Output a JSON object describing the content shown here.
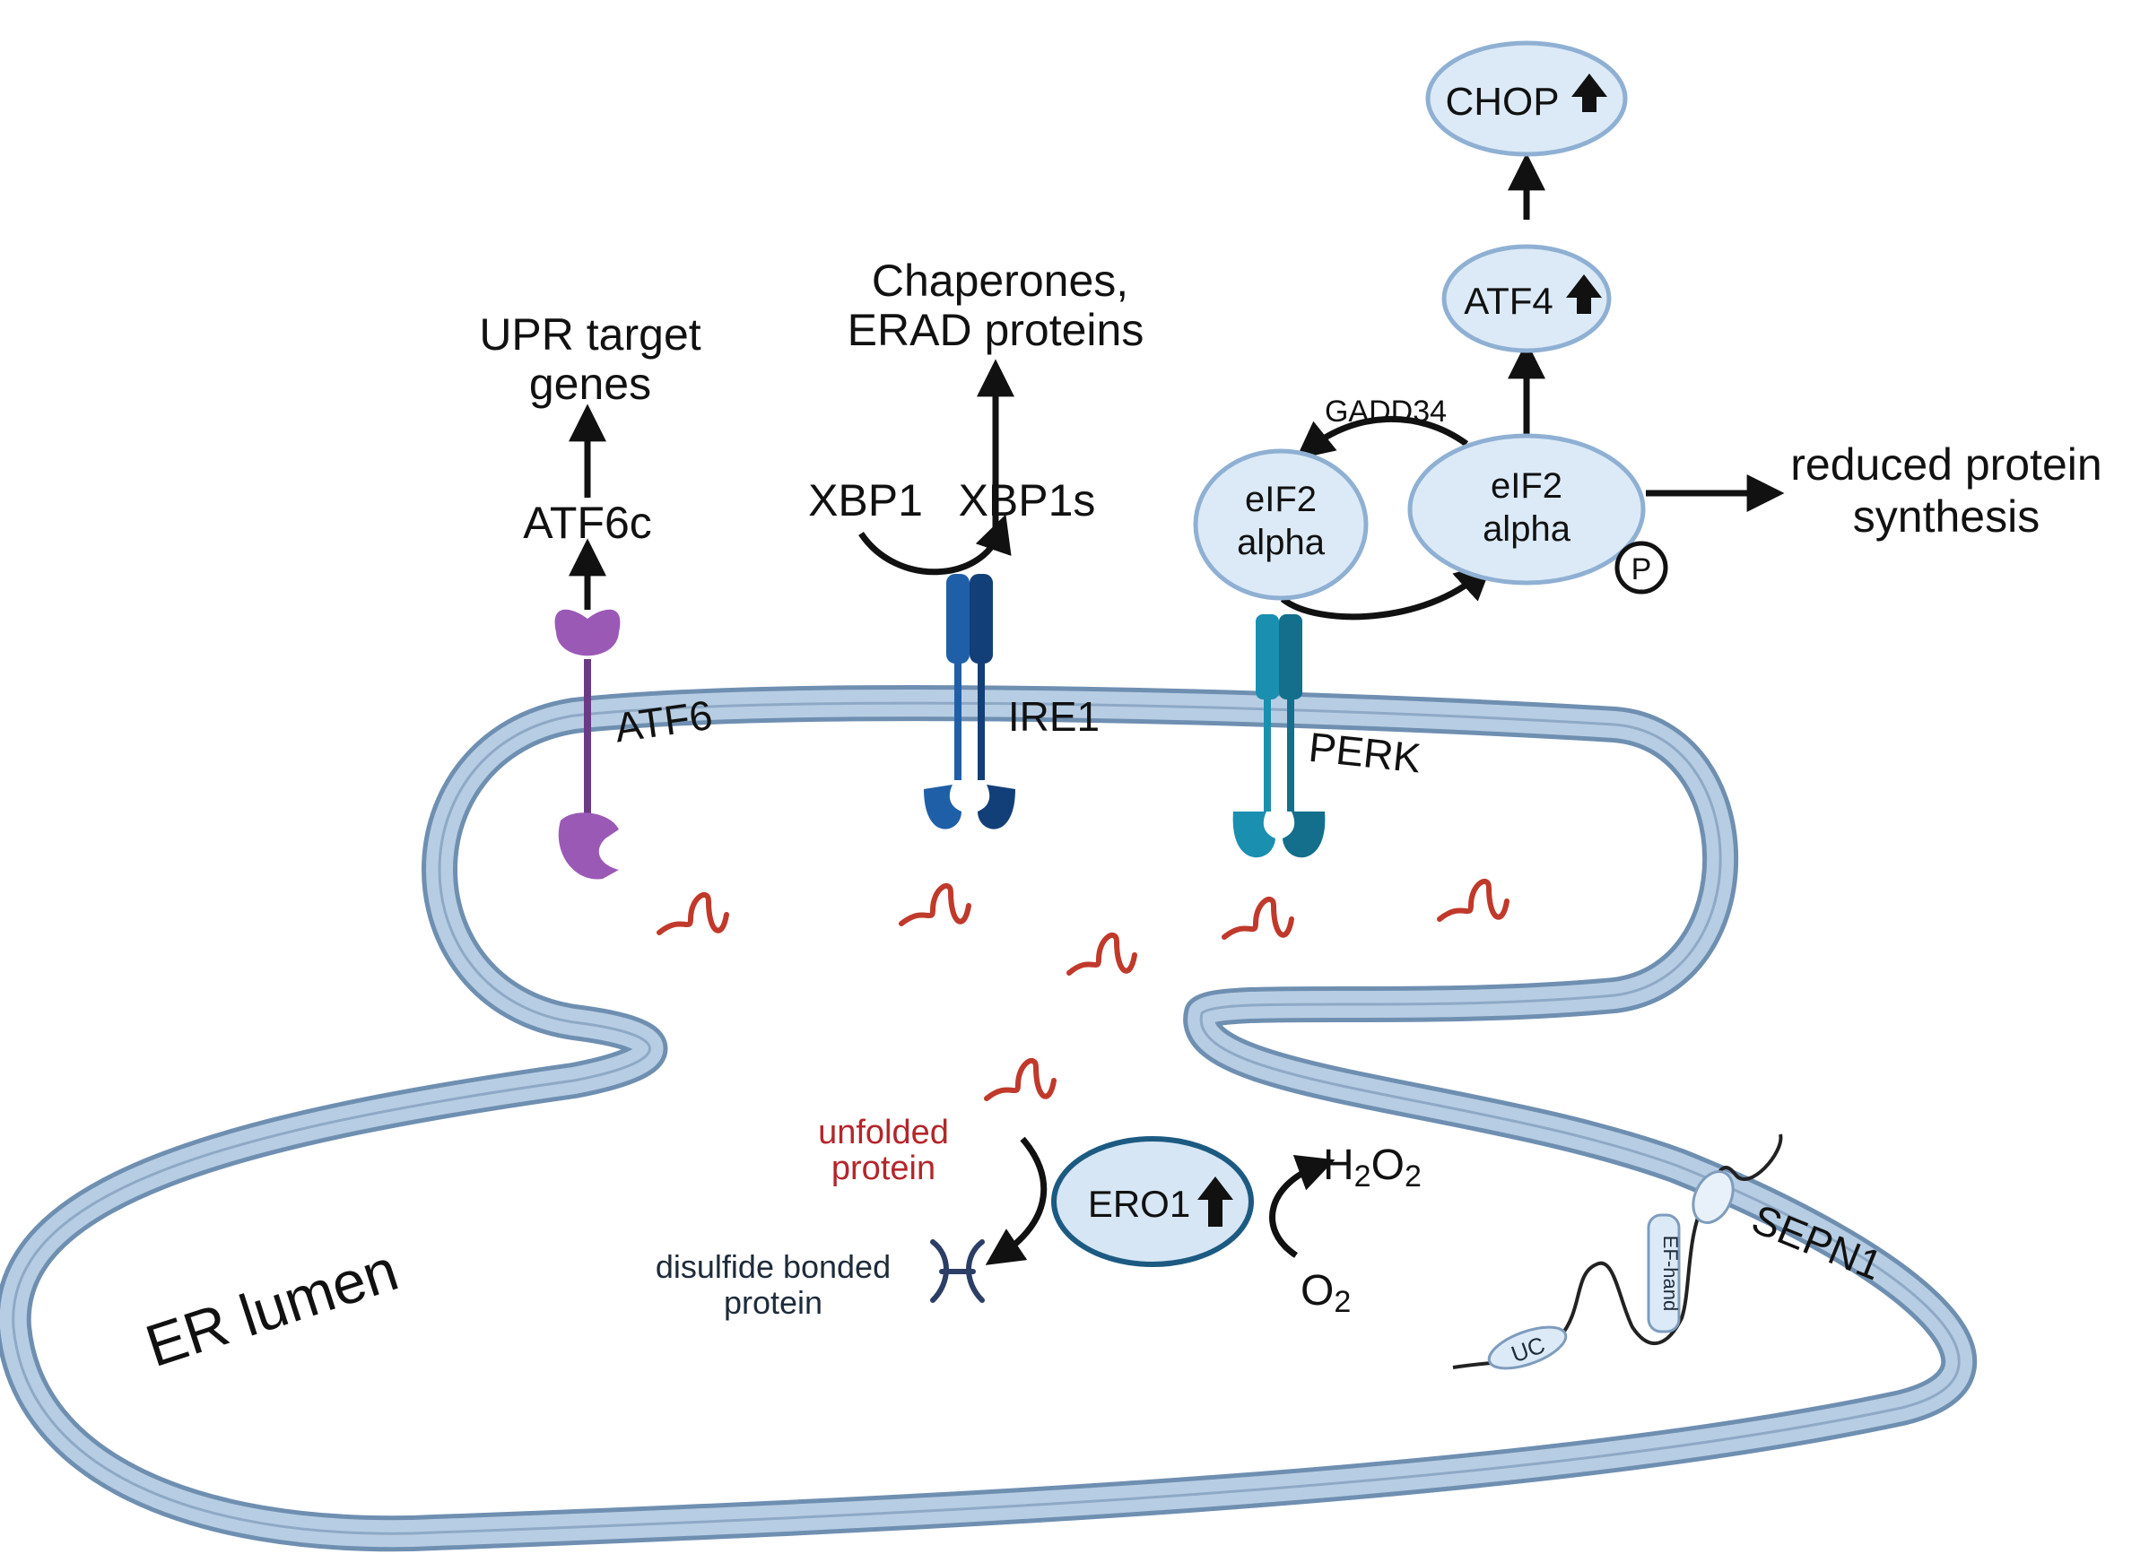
{
  "colors": {
    "membrane_fill": "#b7cde3",
    "membrane_stroke": "#6f8fb1",
    "node_fill": "#dceaf7",
    "node_stroke": "#8fb0d3",
    "atf6": "#9b59b6",
    "ire1": "#1f5fa8",
    "perk": "#1a8fb0",
    "unfolded_protein": "#c0392b",
    "ero1_stroke": "#1c5a82"
  },
  "labels": {
    "chop": "CHOP",
    "atf4": "ATF4",
    "gadd34": "GADD34",
    "eif2_line1": "eIF2",
    "eif2_line2": "alpha",
    "eif2p_line1": "eIF2",
    "eif2p_line2": "alpha",
    "phospho": "P",
    "reduced_line1": "reduced protein",
    "reduced_line2": "synthesis",
    "chaperones_line1": "Chaperones,",
    "chaperones_line2": "ERAD proteins",
    "upr_line1": "UPR target",
    "upr_line2": "genes",
    "atf6c": "ATF6c",
    "xbp1": "XBP1",
    "xbp1s": "XBP1s",
    "atf6": "ATF6",
    "ire1": "IRE1",
    "perk": "PERK",
    "unfolded_line1": "unfolded",
    "unfolded_line2": "protein",
    "ero1": "ERO1",
    "h2o2_main": "H",
    "h2o2_sub1": "2",
    "h2o2_o": "O",
    "h2o2_sub2": "2",
    "o2_main": "O",
    "o2_sub": "2",
    "disulfide_line1": "disulfide bonded",
    "disulfide_line2": "protein",
    "er_lumen": "ER lumen",
    "sepn1": "SEPN1",
    "uc": "UC",
    "ef_hand": "EF-hand"
  },
  "icons": {
    "up_arrow": "up-arrow-icon"
  }
}
